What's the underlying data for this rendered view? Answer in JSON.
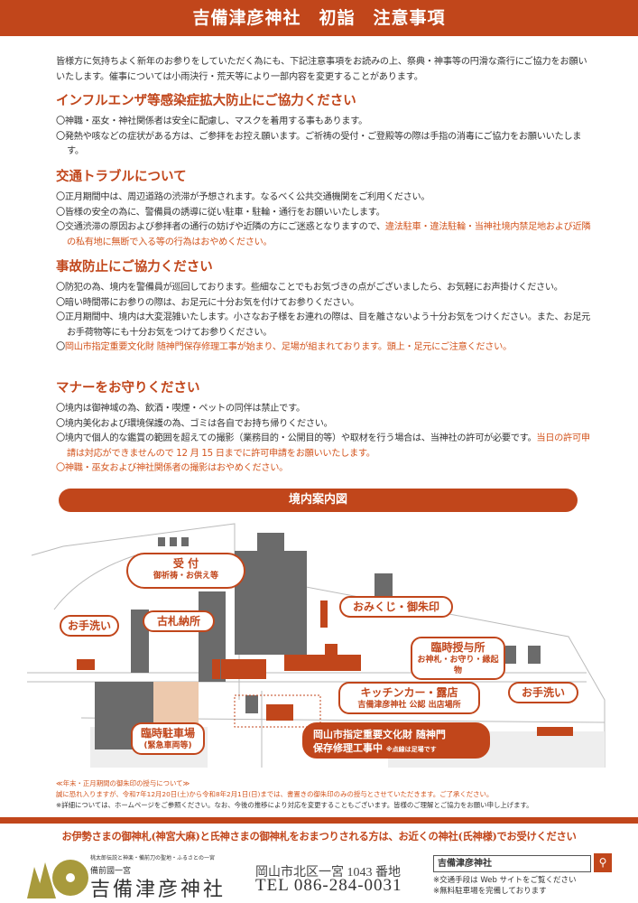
{
  "header": {
    "title": "吉備津彦神社　初詣　注意事項"
  },
  "intro": "皆様方に気持ちよく新年のお参りをしていただく為にも、下記注意事項をお読みの上、祭典・神事等の円滑な斎行にご協力をお願いいたします。催事については小雨決行・荒天等により一部内容を変更することがあります。",
  "sections": [
    {
      "title": "インフルエンザ等感染症拡大防止にご協力ください",
      "items": [
        {
          "text": "〇神職・巫女・神社関係者は安全に配慮し、マスクを着用する事もあります。"
        },
        {
          "text": "〇発熱や咳などの症状がある方は、ご参拝をお控え願います。ご祈祷の受付・ご登殿等の際は手指の消毒にご協力をお願いいたします。"
        }
      ]
    },
    {
      "title": "交通トラブルについて",
      "items": [
        {
          "text": "〇正月期間中は、周辺道路の渋滞が予想されます。なるべく公共交通機関をご利用ください。"
        },
        {
          "text": "〇皆様の安全の為に、警備員の誘導に従い駐車・駐輪・通行をお願いいたします。"
        },
        {
          "text": "〇交通渋滞の原因および参拝者の通行の妨げや近隣の方にご迷惑となりますので、",
          "red": "違法駐車・違法駐輪・当神社境内禁足地および近隣の私有地に無断で入る等の行為はおやめください。"
        }
      ]
    },
    {
      "title": "事故防止にご協力ください",
      "items": [
        {
          "text": "〇防犯の為、境内を警備員が巡回しております。些細なことでもお気づきの点がございましたら、お気軽にお声掛けください。"
        },
        {
          "text": "〇暗い時間帯にお参りの際は、お足元に十分お気を付けてお参りください。"
        },
        {
          "text": "〇正月期間中、境内は大変混雑いたします。小さなお子様をお連れの際は、目を離さないよう十分お気をつけください。また、お足元お手荷物等にも十分お気をつけてお参りください。"
        },
        {
          "text": "〇",
          "red": "岡山市指定重要文化財 随神門保存修理工事が始まり、足場が組まれております。頭上・足元にご注意ください。"
        }
      ]
    },
    {
      "title": "マナーをお守りください",
      "items": [
        {
          "text": "〇境内は御神域の為、飲酒・喫煙・ペットの同伴は禁止です。"
        },
        {
          "text": "〇境内美化および環境保護の為、ゴミは各自でお持ち帰りください。"
        },
        {
          "text": "〇境内で個人的な鑑賞の範囲を超えての撮影（業務目的・公開目的等）や取材を行う場合は、当神社の許可が必要です。",
          "red": "当日の許可申請は対応ができませんので 12 月 15 日までに許可申請をお願いいたします。"
        },
        {
          "text": "",
          "red": "〇神職・巫女および神社関係者の撮影はおやめください。"
        }
      ]
    }
  ],
  "map": {
    "title": "境内案内図",
    "labels": {
      "uketsuke": "受 付",
      "uketsuke_sub": "御祈祷・お供え等",
      "kofuda": "古札納所",
      "toilet_left": "お手洗い",
      "omikuji": "おみくじ・御朱印",
      "juyo": "臨時授与所",
      "juyo_sub": "お神札・お守り・縁起物",
      "kitchen": "キッチンカー・露店",
      "kitchen_sub": "吉備津彦神社 公認 出店場所",
      "toilet_right": "お手洗い",
      "parking": "臨時駐車場",
      "parking_sub": "(緊急車両等)",
      "construction1": "岡山市指定重要文化財 随神門",
      "construction2": "保存修理工事中",
      "construction_note": "※点線は足場です"
    }
  },
  "notes": {
    "title": "≪年末・正月期間の御朱印の授与について≫",
    "body": "誠に恐れ入りますが、令和7年12月20日(土)から令和8年2月1日(日)までは、書置きの御朱印のみの授与とさせていただきます。ご了承ください。",
    "detail": "※詳細については、ホームページをご参照ください。なお、今後の推移により対応を変更することもございます。皆様のご理解とご協力をお願い申し上げます。"
  },
  "ise_notice": "お伊勢さまの御神札(神宮大麻)と氏神さまの御神札をおまつりされる方は、お近くの神社(氏神様)でお受けください",
  "footer": {
    "tagline": "桃太郎伝説と神楽・備前刀の聖地・ふるさとの一宮",
    "ichinomiya": "備前國一宮",
    "shrine_name": "吉備津彦神社",
    "address": "岡山市北区一宮 1043 番地",
    "tel": "TEL 086-284-0031",
    "search_value": "吉備津彦神社",
    "note1": "※交通手段は Web サイトをご覧ください",
    "note2": "※無料駐車場を完備しております"
  },
  "colors": {
    "accent": "#c1461b",
    "building": "#6b6b6b",
    "parking": "#edc9ad"
  }
}
